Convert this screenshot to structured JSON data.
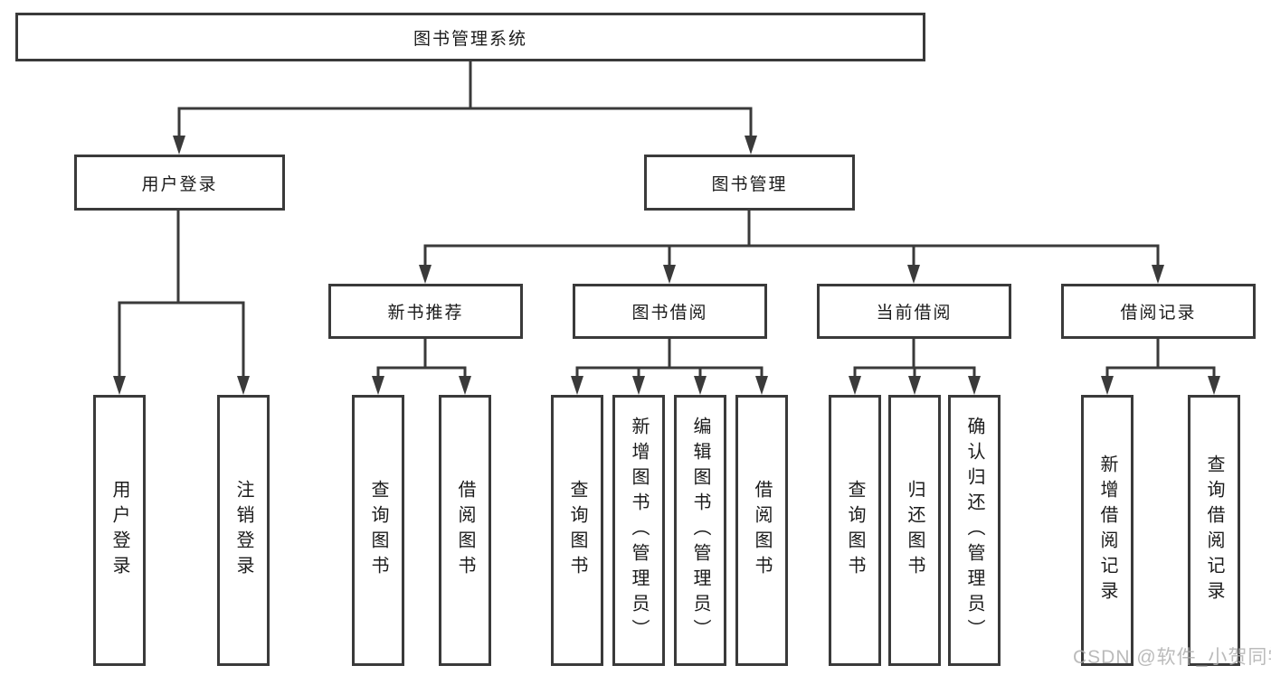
{
  "title": "图书管理系统",
  "branches": {
    "user_login": {
      "label": "用户登录",
      "leaves": [
        "用户登录",
        "注销登录"
      ]
    },
    "book_management": {
      "label": "图书管理",
      "groups": [
        {
          "label": "新书推荐",
          "leaves": [
            "查询图书",
            "借阅图书"
          ]
        },
        {
          "label": "图书借阅",
          "leaves": [
            "查询图书",
            "新增图书（管理员）",
            "编辑图书（管理员）",
            "借阅图书"
          ]
        },
        {
          "label": "当前借阅",
          "leaves": [
            "查询图书",
            "归还图书",
            "确认归还（管理员）"
          ]
        },
        {
          "label": "借阅记录",
          "leaves": [
            "新增借阅记录",
            "查询借阅记录"
          ]
        }
      ]
    }
  },
  "watermark": "CSDN @软件_小贺同学",
  "colors": {
    "line": "#3a3a3a",
    "text": "#1b1b1b",
    "background": "#ffffff",
    "watermark": "#afafaf"
  }
}
